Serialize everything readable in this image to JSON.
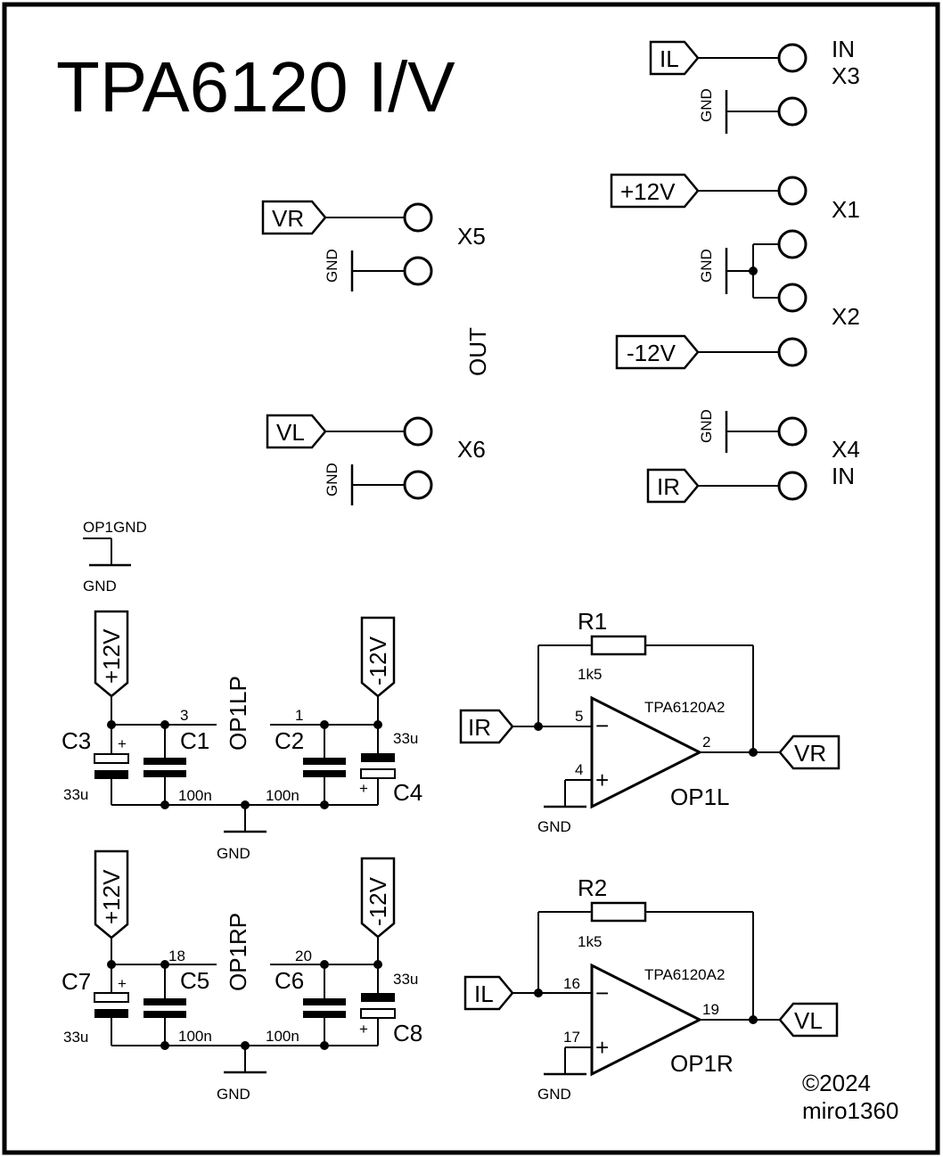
{
  "title": "TPA6120 I/V",
  "out_label": "OUT",
  "connectors": {
    "X1": "X1",
    "X2": "X2",
    "X3": "X3",
    "X4": "X4",
    "X5": "X5",
    "X6": "X6",
    "in_label": "IN"
  },
  "nets": {
    "IL": "IL",
    "IR": "IR",
    "VR": "VR",
    "VL": "VL",
    "pos12": "+12V",
    "neg12": "-12V",
    "gnd": "GND",
    "op1gnd": "OP1GND"
  },
  "parts": {
    "C1": "C1",
    "C2": "C2",
    "C3": "C3",
    "C4": "C4",
    "C5": "C5",
    "C6": "C6",
    "C7": "C7",
    "C8": "C8",
    "R1": "R1",
    "R2": "R2",
    "val_100n": "100n",
    "val_33u": "33u",
    "val_1k5": "1k5",
    "opamp_model": "TPA6120A2",
    "op1l": "OP1L",
    "op1r": "OP1R",
    "op1lp": "OP1LP",
    "op1rp": "OP1RP"
  },
  "pins": {
    "p1": "1",
    "p2": "2",
    "p3": "3",
    "p4": "4",
    "p5": "5",
    "p16": "16",
    "p17": "17",
    "p18": "18",
    "p19": "19",
    "p20": "20",
    "plus": "+",
    "minus": "−"
  },
  "copyright": {
    "year": "©2024",
    "author": "miro1360"
  }
}
